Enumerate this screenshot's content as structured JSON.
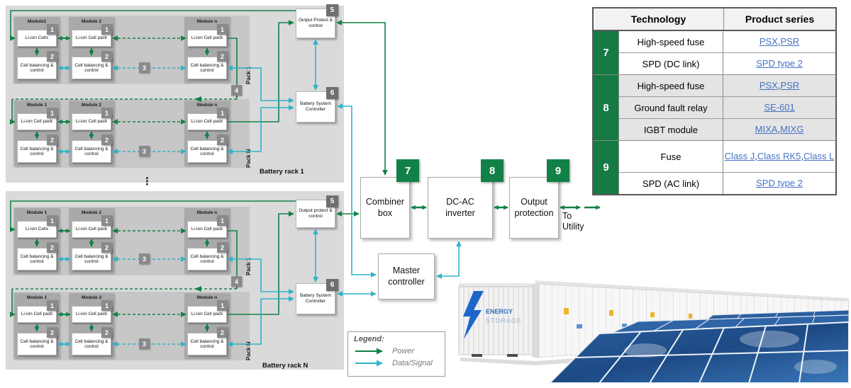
{
  "diagram": {
    "racks": [
      {
        "label": "Battery rack 1",
        "output_control": "Output Protect & control",
        "output_badge": "5",
        "controller": "Battery System Controller",
        "controller_badge": "6",
        "inter_pack_badge": "4",
        "packs": [
          {
            "label": "Pack 1",
            "data_badge": "3",
            "modules": [
              {
                "title": "Module1",
                "cell": "Li-ion Cells",
                "cell_badge": "1",
                "balance": "Cell balancing & control",
                "balance_badge": "2"
              },
              {
                "title": "Module 2",
                "cell": "Li-ion Cell pack",
                "cell_badge": "1",
                "balance": "Cell balancing & control",
                "balance_badge": "2"
              },
              {
                "title": "Module n",
                "cell": "Li-ion Cell pack",
                "cell_badge": "1",
                "balance": "Cell balancing & control",
                "balance_badge": "2"
              }
            ]
          },
          {
            "label": "Pack N",
            "data_badge": "3",
            "modules": [
              {
                "title": "Module 1",
                "cell": "Li-ion Cell pack",
                "cell_badge": "1",
                "balance": "Cell balancing & control",
                "balance_badge": "2"
              },
              {
                "title": "Module 2",
                "cell": "Li-ion Cell pack",
                "cell_badge": "1",
                "balance": "Cell balancing & control",
                "balance_badge": "2"
              },
              {
                "title": "Module n",
                "cell": "Li-ion Cell pack",
                "cell_badge": "1",
                "balance": "Cell balancing & control",
                "balance_badge": "2"
              }
            ]
          }
        ]
      },
      {
        "label": "Battery rack N",
        "output_control": "Output protect & control",
        "output_badge": "5",
        "controller": "Battery System Controller",
        "controller_badge": "6",
        "inter_pack_badge": "4",
        "packs": [
          {
            "label": "Pack 1",
            "data_badge": "3",
            "modules": [
              {
                "title": "Module 1",
                "cell": "Li-ion Cells",
                "cell_badge": "1",
                "balance": "Cell balancing & control",
                "balance_badge": "2"
              },
              {
                "title": "Module 2",
                "cell": "Li-ion Cell pack",
                "cell_badge": "1",
                "balance": "Cell balancing & control",
                "balance_badge": "2"
              },
              {
                "title": "Module n",
                "cell": "Li-ion Cell pack",
                "cell_badge": "1",
                "balance": "Cell balancing & control",
                "balance_badge": "2"
              }
            ]
          },
          {
            "label": "Pack N",
            "data_badge": "3",
            "modules": [
              {
                "title": "Module 1",
                "cell": "Li-ion Cell pack",
                "cell_badge": "1",
                "balance": "Cell balancing & control",
                "balance_badge": "2"
              },
              {
                "title": "Module 2",
                "cell": "Li-ion Cell pack",
                "cell_badge": "1",
                "balance": "Cell balancing & control",
                "balance_badge": "2"
              },
              {
                "title": "Module n",
                "cell": "Li-ion Cell pack",
                "cell_badge": "1",
                "balance": "Cell balancing & control",
                "balance_badge": "2"
              }
            ]
          }
        ]
      }
    ],
    "separator_dots": "⋮",
    "flow": {
      "combiner": {
        "label": "Combiner box",
        "badge": "7"
      },
      "inverter": {
        "label": "DC-AC inverter",
        "badge": "8"
      },
      "output_protection": {
        "label": "Output protection",
        "badge": "9"
      },
      "master": {
        "label": "Master controller"
      },
      "to_utility": "To Utility"
    },
    "legend": {
      "title": "Legend:",
      "items": [
        {
          "label": "Power",
          "color": "#128147"
        },
        {
          "label": "Data/Signal",
          "color": "#2eb4c7"
        }
      ]
    }
  },
  "table": {
    "headers": [
      "Technology",
      "Product series"
    ],
    "groups": [
      {
        "number": "7",
        "shaded": false,
        "rows": [
          {
            "technology": "High-speed fuse",
            "products": [
              {
                "text": "PSX",
                "link": true
              },
              {
                "text": ", "
              },
              {
                "text": "PSR",
                "link": true
              }
            ]
          },
          {
            "technology": "SPD (DC link)",
            "products": [
              {
                "text": "SPD type 2",
                "link": true
              }
            ]
          }
        ]
      },
      {
        "number": "8",
        "shaded": true,
        "rows": [
          {
            "technology": "High-speed fuse",
            "products": [
              {
                "text": "PSX",
                "link": true
              },
              {
                "text": ", "
              },
              {
                "text": "PSR",
                "link": true
              }
            ]
          },
          {
            "technology": "Ground fault relay",
            "products": [
              {
                "text": "SE-601",
                "link": true
              }
            ]
          },
          {
            "technology": "IGBT module",
            "products": [
              {
                "text": "MIXA",
                "link": true
              },
              {
                "text": ", "
              },
              {
                "text": "MIXG",
                "link": true
              }
            ]
          }
        ]
      },
      {
        "number": "9",
        "shaded": false,
        "rows": [
          {
            "technology": "Fuse",
            "tall": true,
            "products": [
              {
                "text": "Class J",
                "link": true
              },
              {
                "text": ","
              },
              {
                "break": true
              },
              {
                "text": "Class RK5",
                "link": true
              },
              {
                "text": ", "
              },
              {
                "text": "Class L",
                "link": true
              }
            ]
          },
          {
            "technology": "SPD (AC link)",
            "products": [
              {
                "text": "SPD type 2",
                "link": true
              }
            ]
          }
        ]
      }
    ]
  },
  "photo": {
    "brand_line1": "ENERGY",
    "brand_line2": "STORAGE"
  },
  "colors": {
    "power_green": "#128147",
    "signal_cyan": "#2eb4c7",
    "badge_gray": "#8a8a8a",
    "controller_badge_gray": "#6f6f6f",
    "table_green": "#157a44",
    "link_blue": "#4472c4",
    "rack_bg": "#dadada",
    "pack_bg": "#c7c7c7",
    "module_bg": "#a9a9a9"
  }
}
